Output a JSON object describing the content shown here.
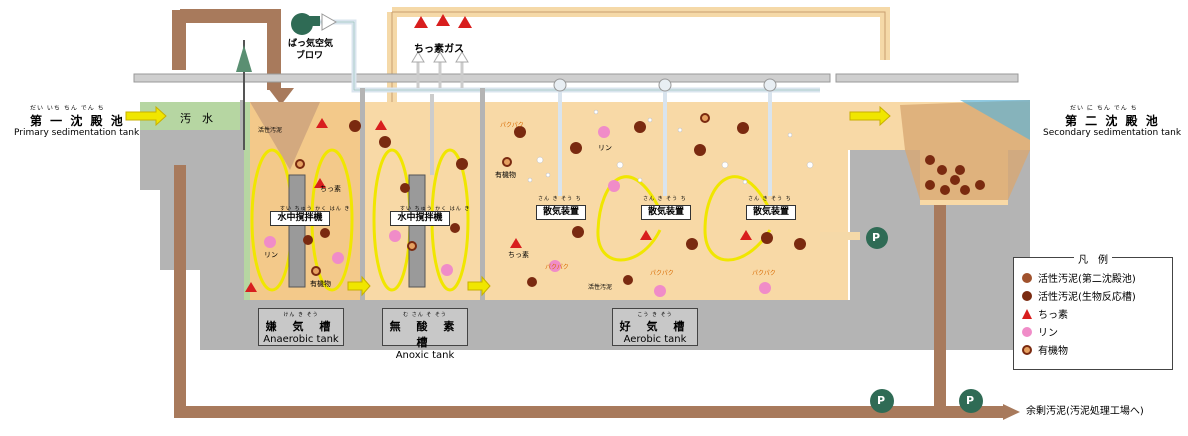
{
  "inflow": {
    "source_ruby": "だい いち ちん でん ち",
    "source_jp": "第 一 沈 殿 池",
    "source_en": "Primary sedimentation tank",
    "sewage_label": "汚　水"
  },
  "outflow": {
    "target_ruby": "だい に ちん でん ち",
    "target_jp": "第 二 沈 殿 池",
    "target_en": "Secondary sedimentation tank"
  },
  "blower": {
    "label_line1": "ばっ気空気",
    "label_line2": "ブロワ"
  },
  "nitrogen_gas": "ちっ素ガス",
  "tanks": [
    {
      "ruby": "けん き そう",
      "jp": "嫌 気 槽",
      "en": "Anaerobic tank"
    },
    {
      "ruby": "む さん そ そう",
      "jp": "無 酸 素 槽",
      "en": "Anoxic tank"
    },
    {
      "ruby": "こう き そう",
      "jp": "好 気 槽",
      "en": "Aerobic tank"
    }
  ],
  "mixer": {
    "ruby": "すい ちゅう かく はん き",
    "label": "水中撹拌機"
  },
  "diffuser": {
    "ruby": "さん き そう ち",
    "label": "散気装置"
  },
  "tank_labels": {
    "activated_sludge": "活性汚泥",
    "nitrogen": "ちっ素",
    "phosphorus": "リン",
    "organic": "有機物",
    "pakupaku": "パクパク"
  },
  "pump_label": "P",
  "excess_sludge": "余剰汚泥(汚泥処理工場へ)",
  "legend": {
    "title": "凡　例",
    "items": [
      "活性汚泥(第二沈殿池)",
      "活性汚泥(生物反応槽)",
      "ちっ素",
      "リン",
      "有機物"
    ]
  },
  "colors": {
    "concrete": "#b4b4b4",
    "sludge_pipe": "#a87a5c",
    "return_pipe": "#f5d9a8",
    "water": "#f8d9a6",
    "anaerobic_water": "#f3c98a",
    "sewage": "#b6d6a2",
    "loop": "#f0e600",
    "nitrogen": "#d81e1e",
    "phosphorus": "#f08cc8",
    "sludge": "#7a2a10",
    "pump": "#2f6b55",
    "air_pipe": "#d9e4ee"
  }
}
